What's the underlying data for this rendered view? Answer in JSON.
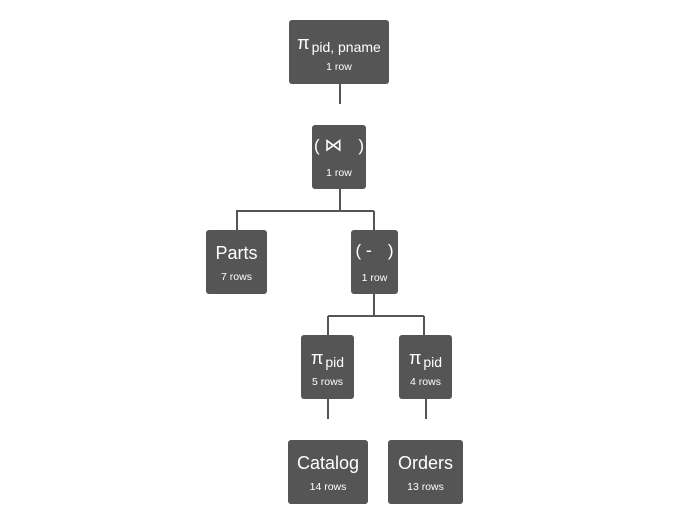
{
  "nodes": {
    "project_root": {
      "symbol": "π",
      "subscript": "pid, pname",
      "rows": "1 row"
    },
    "join": {
      "open": "(",
      "symbol": "⋈",
      "close": ")",
      "rows": "1 row"
    },
    "parts": {
      "label": "Parts",
      "rows": "7 rows"
    },
    "diff": {
      "open": "(",
      "symbol": "-",
      "close": ")",
      "rows": "1 row"
    },
    "project_catalog": {
      "symbol": "π",
      "subscript": "pid",
      "rows": "5 rows"
    },
    "project_orders": {
      "symbol": "π",
      "subscript": "pid",
      "rows": "4 rows"
    },
    "catalog": {
      "label": "Catalog",
      "rows": "14 rows"
    },
    "orders": {
      "label": "Orders",
      "rows": "13 rows"
    }
  },
  "colors": {
    "node_fill": "#555555",
    "node_text": "#ffffff",
    "edge": "#555555",
    "background": "#ffffff"
  }
}
